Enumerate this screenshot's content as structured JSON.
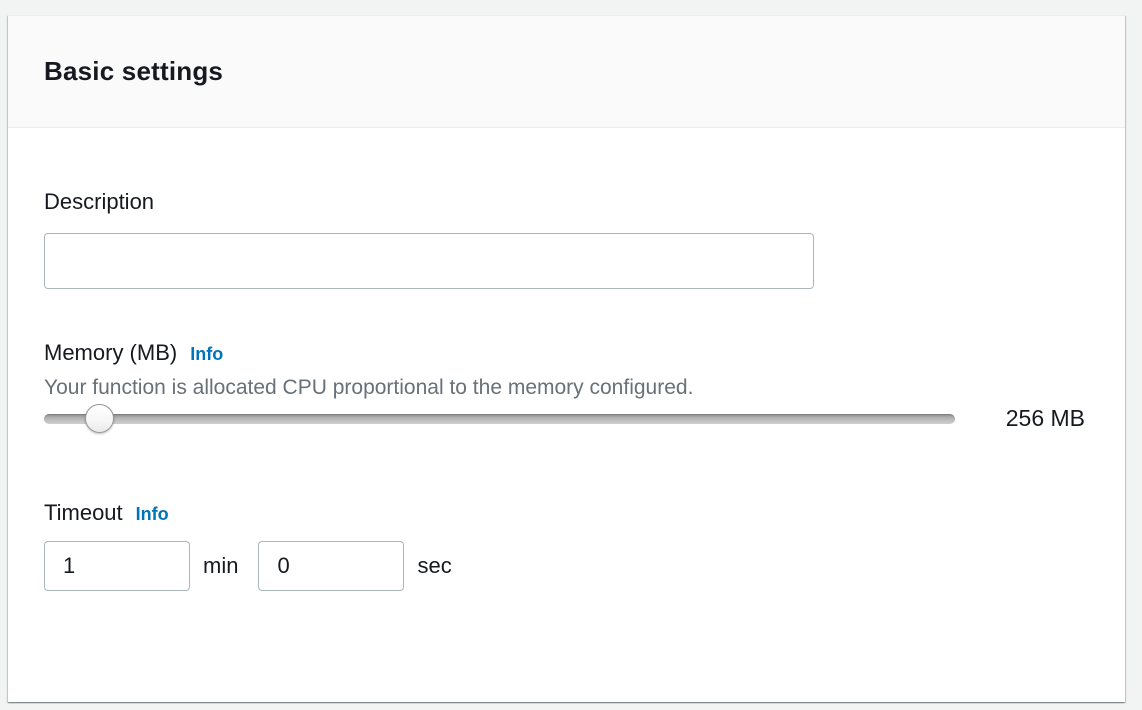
{
  "panel": {
    "title": "Basic settings"
  },
  "description": {
    "label": "Description",
    "value": ""
  },
  "memory": {
    "label": "Memory (MB)",
    "info_label": "Info",
    "helper": "Your function is allocated CPU proportional to the memory configured.",
    "value_display": "256 MB",
    "slider_percent": 4.6
  },
  "timeout": {
    "label": "Timeout",
    "info_label": "Info",
    "minutes": {
      "value": "1",
      "unit": "min"
    },
    "seconds": {
      "value": "0",
      "unit": "sec"
    }
  },
  "colors": {
    "accent_blue": "#0073bb",
    "text_dark": "#16191f",
    "text_muted": "#687078",
    "header_bg": "#fafafa",
    "page_bg": "#f2f3f3",
    "input_border": "#aab7b8"
  }
}
